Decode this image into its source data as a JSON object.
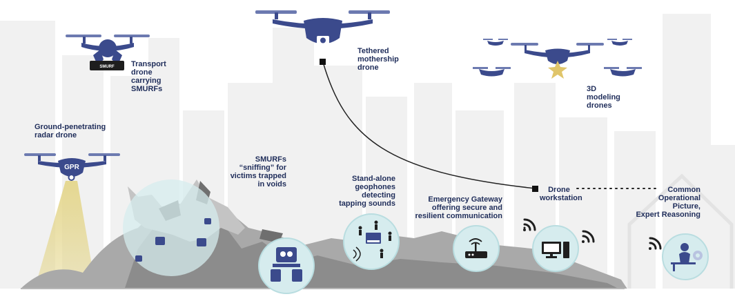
{
  "labels": {
    "transport": "Transport\ndrone\ncarrying\nSMURFs",
    "smurf_box": "SMURF",
    "tethered": "Tethered\nmothership\ndrone",
    "modeling": "3D\nmodeling\ndrones",
    "gpr_title": "Ground-penetrating\nradar drone",
    "gpr_badge": "GPR",
    "smurfs": "SMURFs\n“sniffing” for\nvictims trapped\nin voids",
    "geophones": "Stand-alone\ngeophones\ndetecting\ntapping sounds",
    "gateway": "Emergency Gateway\noffering secure and\nresilient communication",
    "workstation": "Drone\nworkstation",
    "cop": "Common\nOperational\nPicture,\nExpert Reasoning"
  },
  "colors": {
    "drone": "#3b4a8c",
    "label": "#1f2d5a",
    "bubble": "#d6ecee",
    "bubble_stroke": "#b9dde0",
    "rubble": "#9a9a9a",
    "skyline": "#f0f0f0",
    "beam": "#e4d68c",
    "star": "#e0c56a"
  },
  "icons": {
    "transport_drone": "quadcopter-claw-icon",
    "mothership": "quadcopter-camera-icon",
    "gpr_drone": "quadcopter-radar-icon",
    "smurf_robot": "robot-icon",
    "geophone": "geophone-sensor-icon",
    "router": "router-icon",
    "computer": "desktop-computer-icon",
    "expert": "person-at-desk-gear-icon",
    "wifi": "wifi-signal-icon"
  }
}
